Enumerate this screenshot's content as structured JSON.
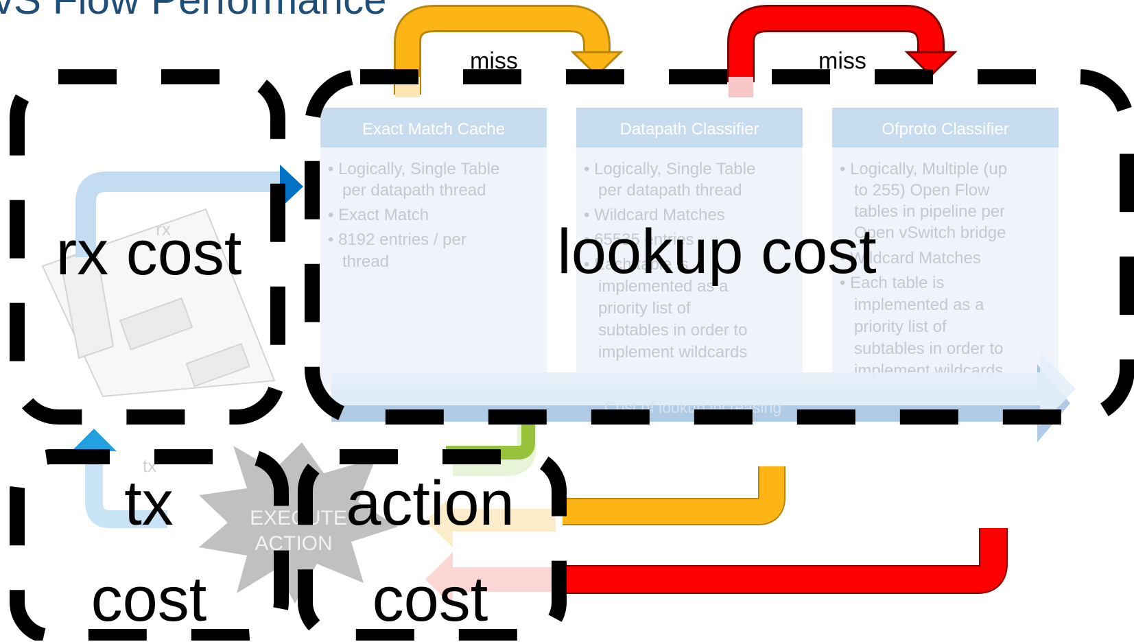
{
  "slide": {
    "title": "vS Flow Performance"
  },
  "colors": {
    "title": "#1f4e79",
    "orange": "#fdb515",
    "red": "#ff0000",
    "green": "#99c23c",
    "blue_arrow": "#0071c5",
    "light_blue": "#b8d3ee",
    "dashed": "#000000"
  },
  "labels": {
    "miss_left": "miss",
    "miss_right": "miss",
    "rx_small": "rx",
    "tx_small": "tx",
    "rx_cost": "rx cost",
    "lookup_cost": "lookup cost",
    "tx_word": "tx",
    "tx_cost": "cost",
    "action_word": "action",
    "action_cost": "cost",
    "execute_line1": "EXECUTE",
    "execute_line2": "ACTION",
    "lookup_arrow": "Cost of lookup increasing"
  },
  "tables": [
    {
      "header": "Exact Match Cache",
      "lines": [
        "• Logically, Single Table",
        "per datapath thread",
        "• Exact Match",
        "• 8192 entries / per",
        "thread"
      ]
    },
    {
      "header": "Datapath Classifier",
      "lines": [
        "• Logically, Single Table",
        "per datapath thread",
        "• Wildcard Matches",
        "• 65535 entries",
        "• Each table is",
        "implemented as a",
        "priority list of",
        "subtables in order to",
        "implement wildcards"
      ]
    },
    {
      "header": "Ofproto Classifier",
      "lines": [
        "• Logically, Multiple (up",
        "to 255) Open Flow",
        "tables in pipeline per",
        "Open vSwitch bridge",
        "• Wildcard Matches",
        "• Each table is",
        "implemented as a",
        "priority list of",
        "subtables in order to",
        "implement wildcards"
      ]
    }
  ],
  "icons": {
    "nic": "network-card-icon",
    "burst": "starburst-icon"
  }
}
